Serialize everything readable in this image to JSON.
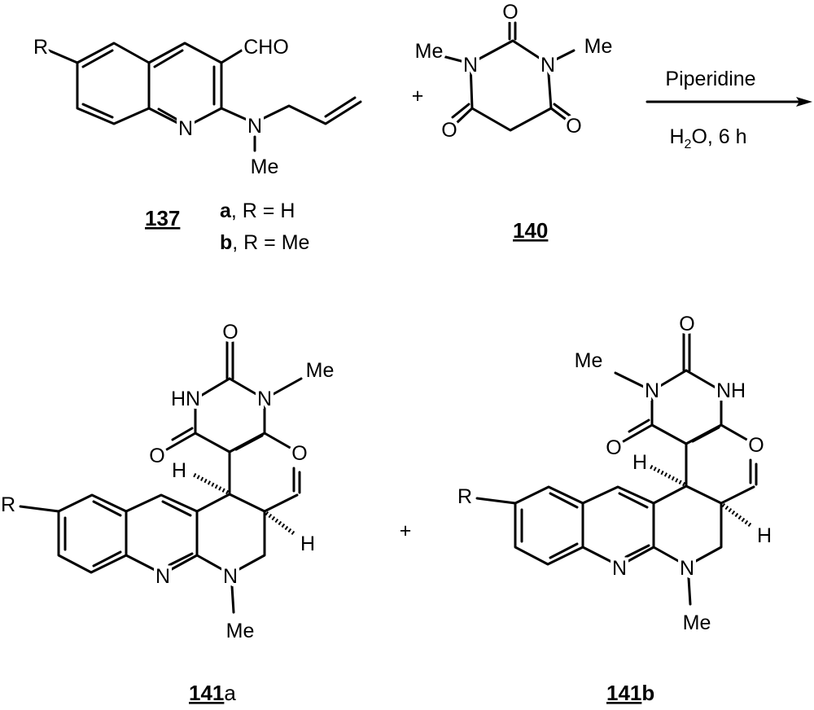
{
  "atoms": {
    "R": "R",
    "N": "N",
    "O": "O",
    "Me": "Me",
    "H": "H",
    "HN": "HN",
    "NH": "NH",
    "CHO": "CHO"
  },
  "plus": "+",
  "compound_137": {
    "label": "137",
    "variant_a": {
      "key": "a",
      "text": ", R = H"
    },
    "variant_b": {
      "key": "b",
      "text": ", R = Me"
    }
  },
  "compound_140": {
    "label": "140"
  },
  "reaction": {
    "reagent": "Piperidine",
    "cond_h": "H",
    "cond_sub": "2",
    "cond_rest": "O, 6 h"
  },
  "compound_141a": {
    "number": "141",
    "suffix": "a"
  },
  "compound_141b": {
    "number": "141",
    "suffix": "b"
  }
}
